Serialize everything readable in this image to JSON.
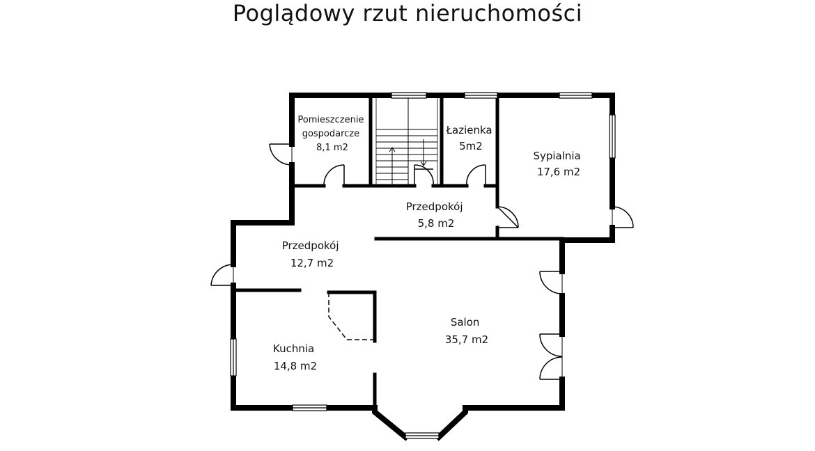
{
  "title": "Poglądowy rzut nieruchomości",
  "rooms": [
    {
      "id": "utility",
      "lines": [
        "Pomieszczenie",
        "gospodarcze",
        "8,1 m2"
      ]
    },
    {
      "id": "bathroom",
      "lines": [
        "Łazienka",
        "5m2"
      ]
    },
    {
      "id": "bedroom",
      "lines": [
        "Sypialnia",
        "17,6 m2"
      ]
    },
    {
      "id": "hall-small",
      "lines": [
        "Przedpokój",
        "5,8 m2"
      ]
    },
    {
      "id": "hall-large",
      "lines": [
        "Przedpokój",
        "12,7 m2"
      ]
    },
    {
      "id": "living-room",
      "lines": [
        "Salon",
        "35,7 m2"
      ]
    },
    {
      "id": "kitchen",
      "lines": [
        "Kuchnia",
        "14,8 m2"
      ]
    }
  ],
  "colors": {
    "wall": "#000000",
    "thin_line": "#000000",
    "background": "#ffffff"
  }
}
